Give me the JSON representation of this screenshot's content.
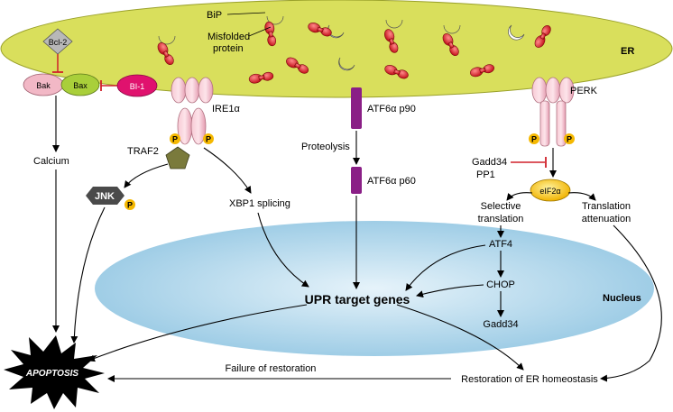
{
  "compartments": {
    "er_label": "ER",
    "nucleus_label": "Nucleus"
  },
  "labels": {
    "bip": "BiP",
    "misfolded_line1": "Misfolded",
    "misfolded_line2": "protein",
    "bcl2": "Bcl-2",
    "bak": "Bak",
    "bax": "Bax",
    "bi1": "BI-1",
    "ire1": "IRE1α",
    "traf2": "TRAF2",
    "jnk": "JNK",
    "phospho": "P",
    "calcium": "Calcium",
    "xbp1": "XBP1 splicing",
    "atf6_p90": "ATF6α p90",
    "proteolysis": "Proteolysis",
    "atf6_p60": "ATF6α p60",
    "perk": "PERK",
    "gadd34_pp1_line1": "Gadd34",
    "gadd34_pp1_line2": "PP1",
    "eif2a": "eIF2α",
    "selective_line1": "Selective",
    "selective_line2": "translation",
    "attenuation_line1": "Translation",
    "attenuation_line2": "attenuation",
    "atf4": "ATF4",
    "chop": "CHOP",
    "gadd34": "Gadd34",
    "upr_target_genes": "UPR target genes",
    "failure": "Failure of restoration",
    "restoration": "Restoration of ER homeostasis",
    "apoptosis": "APOPTOSIS"
  },
  "colors": {
    "er_fill": "#d9df5c",
    "nucleus_fill": "#9fcde6",
    "protein_red": "#d2141e",
    "receptor_pink": "#f2b8c6",
    "atf6_purple": "#8a1f86",
    "bi1_magenta": "#e0126e",
    "bax_green": "#a9cf3a",
    "phospho_yellow": "#f5b800",
    "jnk_grey": "#4a4a4a",
    "traf2_olive": "#7a7a3c",
    "inhibit_red": "#d0202a"
  }
}
